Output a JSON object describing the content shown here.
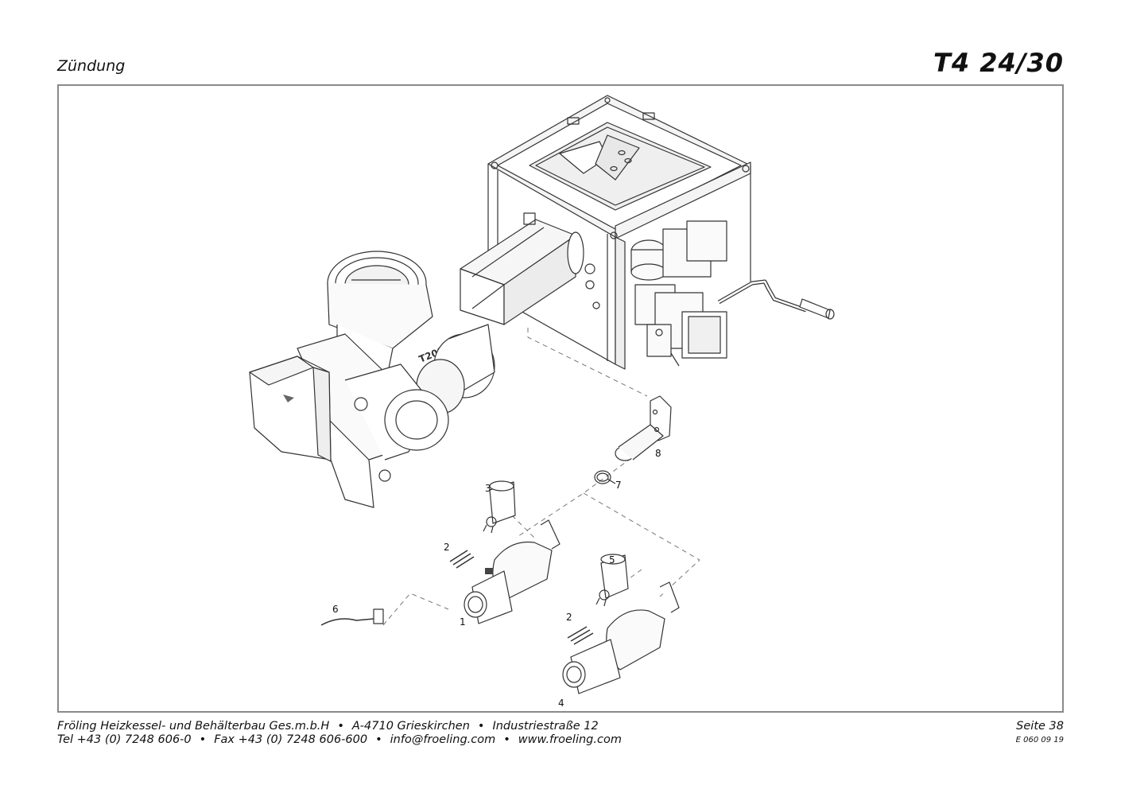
{
  "header": {
    "section_title": "Zündung",
    "model": "T4 24/30"
  },
  "diagram": {
    "callouts": [
      {
        "id": "1",
        "label": "1"
      },
      {
        "id": "2a",
        "label": "2"
      },
      {
        "id": "2b",
        "label": "2"
      },
      {
        "id": "3",
        "label": "3"
      },
      {
        "id": "4",
        "label": "4"
      },
      {
        "id": "5",
        "label": "5"
      },
      {
        "id": "6",
        "label": "6"
      },
      {
        "id": "7",
        "label": "7"
      },
      {
        "id": "8",
        "label": "8"
      }
    ],
    "feed_label": "T209715"
  },
  "footer": {
    "company": "Fröling Heizkessel- und Behälterbau Ges.m.b.H",
    "address_city": "A-4710 Grieskirchen",
    "address_street": "Industriestraße 12",
    "tel": "Tel +43 (0) 7248 606-0",
    "fax": "Fax +43 (0) 7248 606-600",
    "email": "info@froeling.com",
    "web": "www.froeling.com",
    "separator": "•",
    "page": "Seite 38",
    "doc_code": "E 060 09 19"
  }
}
